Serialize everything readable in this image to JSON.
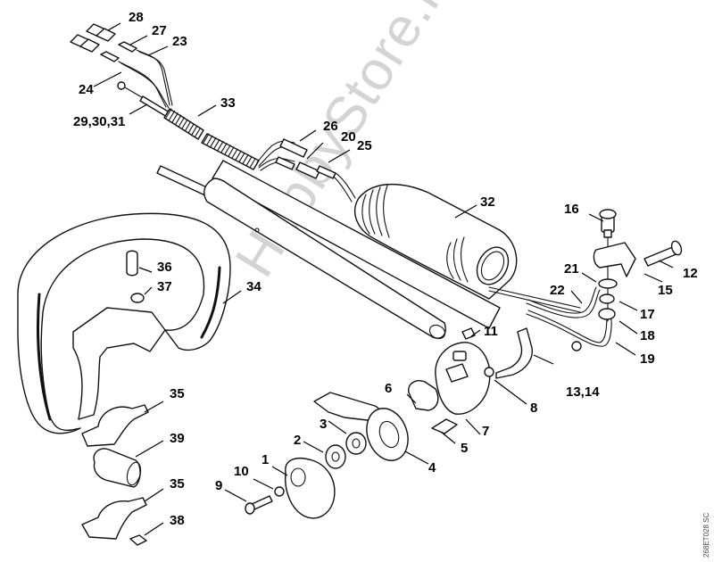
{
  "diagram": {
    "type": "exploded-parts-diagram",
    "watermark": "HobbyStore.it",
    "reference_code": "268ET028 SC",
    "callouts": [
      {
        "id": "c1",
        "label": "1"
      },
      {
        "id": "c2",
        "label": "2"
      },
      {
        "id": "c3",
        "label": "3"
      },
      {
        "id": "c4",
        "label": "4"
      },
      {
        "id": "c5",
        "label": "5"
      },
      {
        "id": "c6",
        "label": "6"
      },
      {
        "id": "c7",
        "label": "7"
      },
      {
        "id": "c8",
        "label": "8"
      },
      {
        "id": "c9",
        "label": "9"
      },
      {
        "id": "c10",
        "label": "10"
      },
      {
        "id": "c11",
        "label": "11"
      },
      {
        "id": "c12",
        "label": "12"
      },
      {
        "id": "c13",
        "label": "13,14"
      },
      {
        "id": "c15",
        "label": "15"
      },
      {
        "id": "c16",
        "label": "16"
      },
      {
        "id": "c17",
        "label": "17"
      },
      {
        "id": "c18",
        "label": "18"
      },
      {
        "id": "c19",
        "label": "19"
      },
      {
        "id": "c20",
        "label": "20"
      },
      {
        "id": "c21",
        "label": "21"
      },
      {
        "id": "c22",
        "label": "22"
      },
      {
        "id": "c23",
        "label": "23"
      },
      {
        "id": "c24",
        "label": "24"
      },
      {
        "id": "c25",
        "label": "25"
      },
      {
        "id": "c26",
        "label": "26"
      },
      {
        "id": "c27",
        "label": "27"
      },
      {
        "id": "c28",
        "label": "28"
      },
      {
        "id": "c29",
        "label": "29,30,31"
      },
      {
        "id": "c32",
        "label": "32"
      },
      {
        "id": "c33",
        "label": "33"
      },
      {
        "id": "c34",
        "label": "34"
      },
      {
        "id": "c35a",
        "label": "35"
      },
      {
        "id": "c35b",
        "label": "35"
      },
      {
        "id": "c36",
        "label": "36"
      },
      {
        "id": "c37",
        "label": "37"
      },
      {
        "id": "c38",
        "label": "38"
      },
      {
        "id": "c39",
        "label": "39"
      }
    ],
    "parts": {
      "wiring_harness": "wiring-harness",
      "drive_tube": "drive-tube",
      "tube_sleeve": "tube-sleeve",
      "loop_handle": "loop-handle",
      "throttle_trigger": "throttle-trigger",
      "stop_switch": "stop-switch",
      "throttle_cable": "throttle-cable"
    }
  }
}
